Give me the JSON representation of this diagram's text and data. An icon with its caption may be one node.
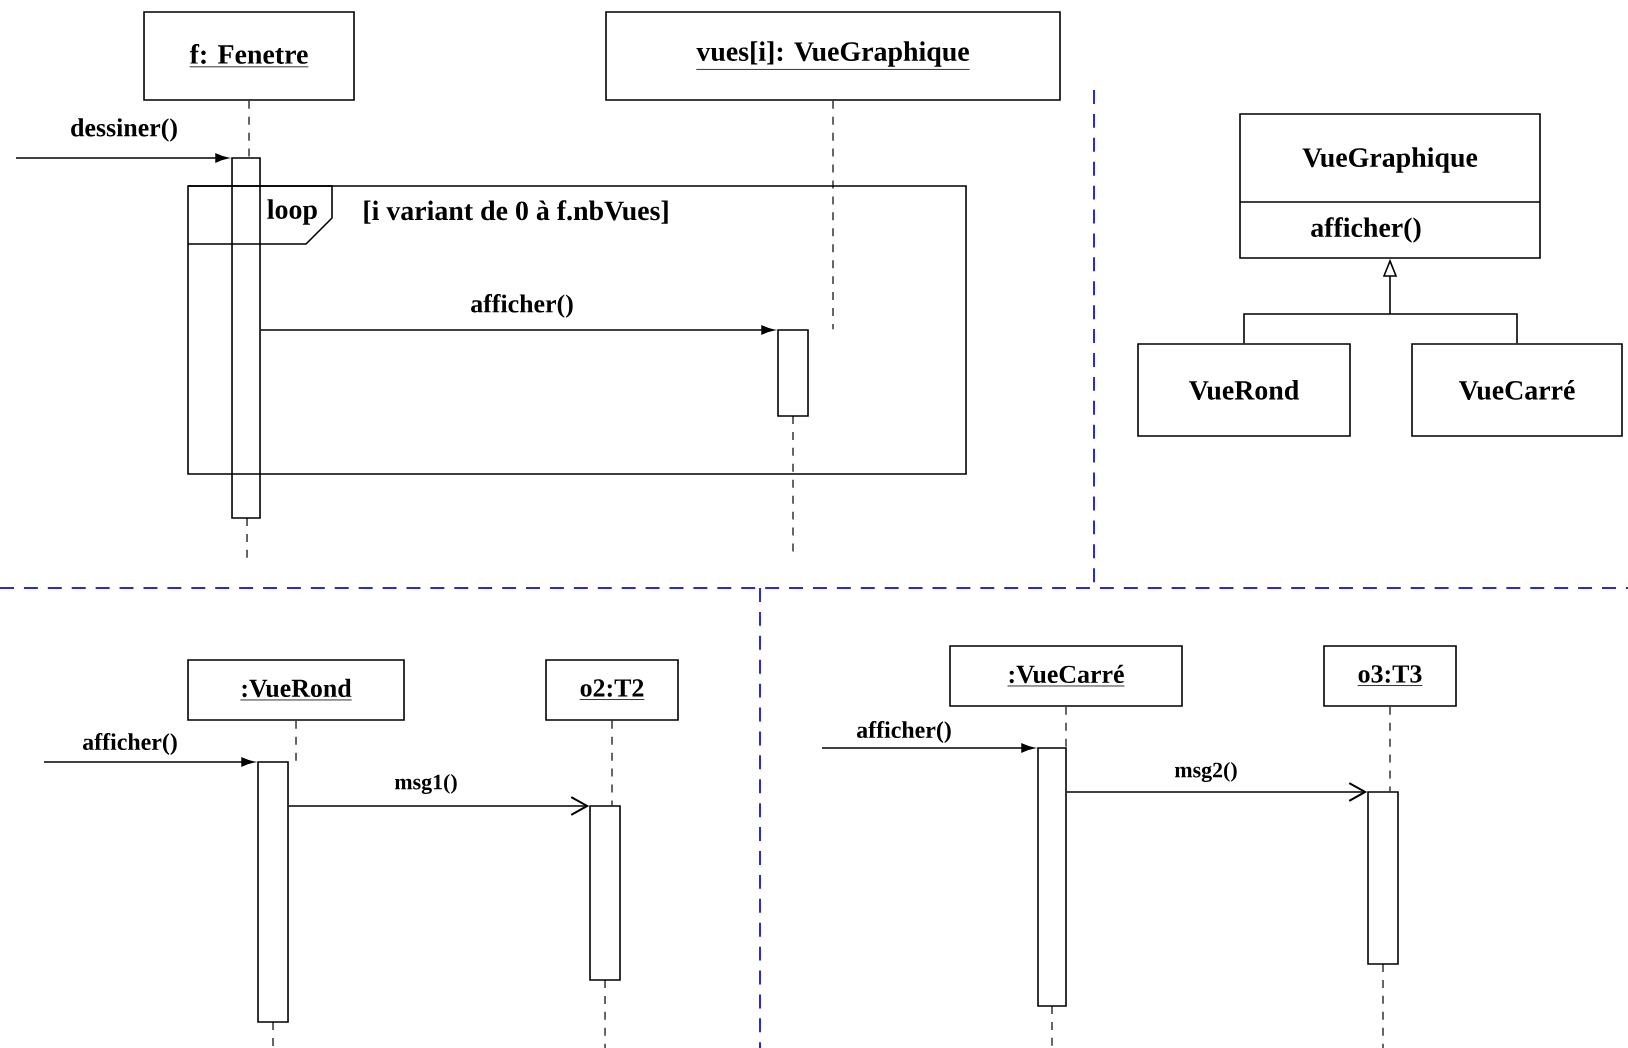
{
  "diagram": {
    "nodes": [
      {
        "text": [
          "f: Fenetre"
        ]
      },
      {
        "text": [
          "vues[i]: VueGraphique"
        ]
      },
      {
        "text": [
          "loop",
          "[i variant de 0 à f.nbVues]"
        ]
      },
      {
        "text": [],
        "shape": "bar"
      },
      {
        "text": [],
        "shape": "bar",
        "in": 2
      },
      {
        "text": [
          "VueGraphique",
          "afficher()"
        ]
      },
      {
        "text": [
          "VueRond"
        ]
      },
      {
        "text": [
          "VueCarré"
        ]
      },
      {
        "text": [
          ":VueRond"
        ]
      },
      {
        "text": [
          "o2:T2"
        ]
      },
      {
        "text": [],
        "shape": "bar"
      },
      {
        "text": [],
        "shape": "bar"
      },
      {
        "text": [
          ":VueCarré"
        ]
      },
      {
        "text": [
          "o3:T3"
        ]
      },
      {
        "text": [],
        "shape": "bar"
      },
      {
        "text": [],
        "shape": "bar"
      }
    ],
    "edges": [
      {
        "from": null,
        "to": 3,
        "arrow": "to",
        "label": "dessiner()"
      },
      {
        "from": 3,
        "to": 4,
        "arrow": "to",
        "label": "afficher()"
      },
      {
        "from": 6,
        "to": 5,
        "arrow": "to"
      },
      {
        "from": 7,
        "to": 5,
        "arrow": "to"
      },
      {
        "from": null,
        "to": 10,
        "arrow": "to",
        "label": "afficher()"
      },
      {
        "from": 10,
        "to": 11,
        "arrow": "to",
        "label": "msg1()"
      },
      {
        "from": null,
        "to": 14,
        "arrow": "to",
        "label": "afficher()"
      },
      {
        "from": 14,
        "to": 15,
        "arrow": "to",
        "label": "msg2()"
      },
      {
        "from": 0,
        "to": 3,
        "arrow": "none",
        "style": "dashed"
      },
      {
        "from": 1,
        "to": 4,
        "arrow": "none",
        "style": "dashed"
      },
      {
        "from": 8,
        "to": 10,
        "arrow": "none",
        "style": "dashed"
      },
      {
        "from": 9,
        "to": 11,
        "arrow": "none",
        "style": "dashed"
      },
      {
        "from": 12,
        "to": 14,
        "arrow": "none",
        "style": "dashed"
      },
      {
        "from": 13,
        "to": 15,
        "arrow": "none",
        "style": "dashed"
      }
    ]
  }
}
